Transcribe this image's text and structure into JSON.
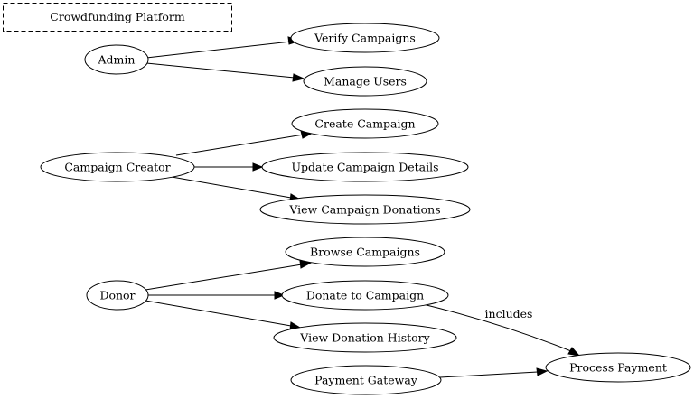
{
  "diagram": {
    "title": "Crowdfunding Platform",
    "actors": {
      "admin": "Admin",
      "campaign_creator": "Campaign Creator",
      "donor": "Donor",
      "payment_gateway": "Payment Gateway"
    },
    "use_cases": {
      "verify_campaigns": "Verify Campaigns",
      "manage_users": "Manage Users",
      "create_campaign": "Create Campaign",
      "update_campaign_details": "Update Campaign Details",
      "view_campaign_donations": "View Campaign Donations",
      "browse_campaigns": "Browse Campaigns",
      "donate_to_campaign": "Donate to Campaign",
      "view_donation_history": "View Donation History",
      "process_payment": "Process Payment"
    },
    "edges": [
      {
        "from": "Admin",
        "to": "Verify Campaigns",
        "label": ""
      },
      {
        "from": "Admin",
        "to": "Manage Users",
        "label": ""
      },
      {
        "from": "Campaign Creator",
        "to": "Create Campaign",
        "label": ""
      },
      {
        "from": "Campaign Creator",
        "to": "Update Campaign Details",
        "label": ""
      },
      {
        "from": "Campaign Creator",
        "to": "View Campaign Donations",
        "label": ""
      },
      {
        "from": "Donor",
        "to": "Browse Campaigns",
        "label": ""
      },
      {
        "from": "Donor",
        "to": "Donate to Campaign",
        "label": ""
      },
      {
        "from": "Donor",
        "to": "View Donation History",
        "label": ""
      },
      {
        "from": "Donate to Campaign",
        "to": "Process Payment",
        "label": "includes"
      },
      {
        "from": "Payment Gateway",
        "to": "Process Payment",
        "label": ""
      }
    ]
  }
}
